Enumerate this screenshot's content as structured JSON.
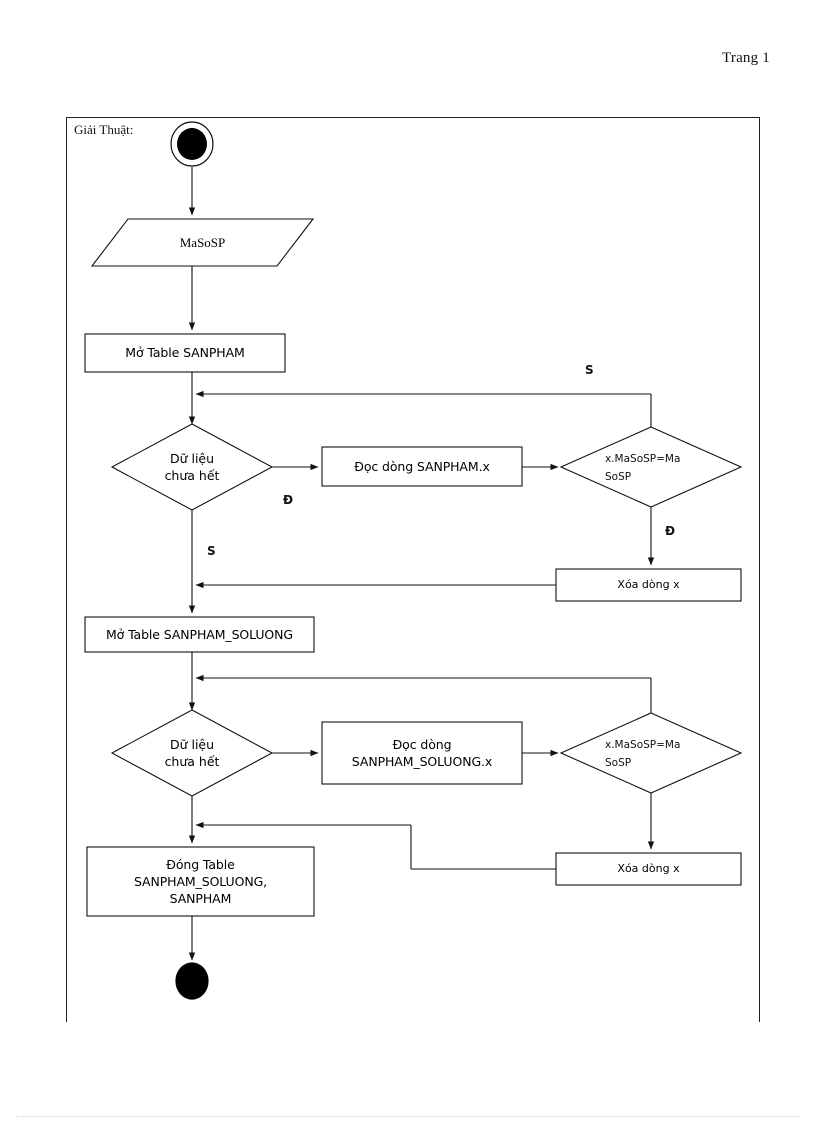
{
  "page": {
    "header": "Trang 1",
    "frame_label": "Giải Thuật:"
  },
  "diagram": {
    "type": "flowchart",
    "title": "Giải Thuật:",
    "nodes": [
      {
        "id": "start",
        "shape": "start-node",
        "label": ""
      },
      {
        "id": "input",
        "shape": "parallelogram",
        "label": "MaSoSP"
      },
      {
        "id": "open1",
        "shape": "rectangle",
        "label": "Mở Table SANPHAM"
      },
      {
        "id": "dec1",
        "shape": "diamond",
        "label": "Dữ liệu\nchưa hết"
      },
      {
        "id": "read1",
        "shape": "rectangle",
        "label": "Đọc dòng SANPHAM.x"
      },
      {
        "id": "cmp1",
        "shape": "diamond",
        "label": "x.MaSoSP=Ma\nSoSP"
      },
      {
        "id": "del1",
        "shape": "rectangle",
        "label": "Xóa dòng x"
      },
      {
        "id": "open2",
        "shape": "rectangle",
        "label": "Mở Table SANPHAM_SOLUONG"
      },
      {
        "id": "dec2",
        "shape": "diamond",
        "label": "Dữ liệu\nchưa hết"
      },
      {
        "id": "read2",
        "shape": "rectangle",
        "label": "Đọc dòng\nSANPHAM_SOLUONG.x"
      },
      {
        "id": "cmp2",
        "shape": "diamond",
        "label": "x.MaSoSP=Ma\nSoSP"
      },
      {
        "id": "del2",
        "shape": "rectangle",
        "label": "Xóa dòng x"
      },
      {
        "id": "close",
        "shape": "rectangle",
        "label": "Đóng Table\nSANPHAM_SOLUONG,\nSANPHAM"
      },
      {
        "id": "end",
        "shape": "end-node",
        "label": ""
      }
    ],
    "branch_labels": {
      "dec1_true": "Đ",
      "dec1_false": "S",
      "cmp1_true": "Đ",
      "cmp1_false": "S"
    }
  }
}
